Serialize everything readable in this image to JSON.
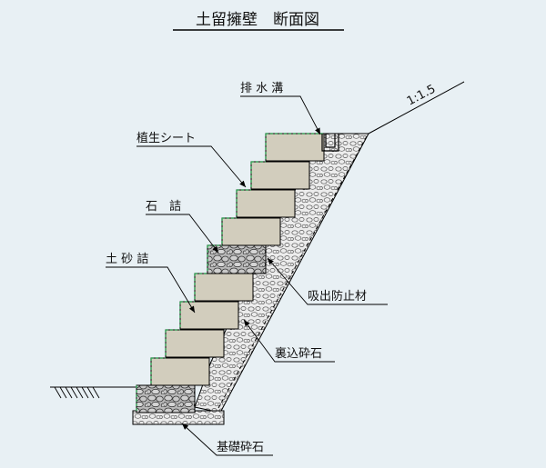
{
  "title": "土留擁壁　断面図",
  "labels": {
    "drain": "排 水 溝",
    "slope": "1:1.5",
    "vegetation_sheet": "植生シート",
    "stone_fill": "石　詰",
    "soil_fill": "土 砂 詰",
    "suction_prevention": "吸出防止材",
    "backfill_gravel": "裏込砕石",
    "base_gravel": "基礎砕石"
  },
  "colors": {
    "background": "#e8f0f4",
    "block_fill": "#d2cdbd",
    "gravel_fill": "#ececec",
    "stone_fill": "#b8b8b8",
    "green_dash": "#3aa05a",
    "line": "#000000"
  }
}
